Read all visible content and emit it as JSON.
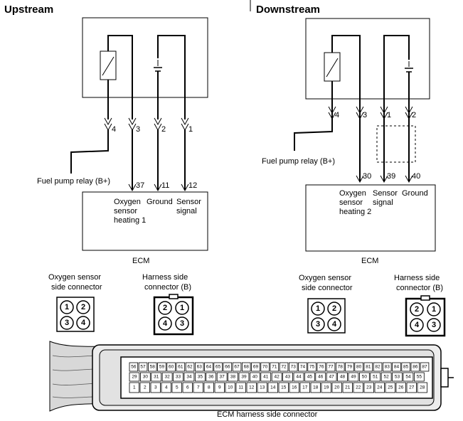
{
  "upstream": {
    "title": "Upstream",
    "sensor_pins": [
      "4",
      "3",
      "2",
      "1"
    ],
    "fuel_pump_label": "Fuel pump relay (B+)",
    "ecm_pins": [
      "37",
      "11",
      "12"
    ],
    "ecm_labels": {
      "heating": [
        "Oxygen",
        "sensor",
        "heating 1"
      ],
      "ground": "Ground",
      "signal": [
        "Sensor",
        "signal"
      ]
    },
    "ecm_label": "ECM",
    "sensor_connector_label": [
      "Oxygen sensor",
      "side connector"
    ],
    "harness_connector_label": [
      "Harness side",
      "connector (B)"
    ]
  },
  "downstream": {
    "title": "Downstream",
    "sensor_pins": [
      "4",
      "3",
      "1",
      "2"
    ],
    "fuel_pump_label": "Fuel pump relay (B+)",
    "ecm_pins": [
      "30",
      "39",
      "40"
    ],
    "ecm_labels": {
      "heating": [
        "Oxygen",
        "sensor",
        "heating 2"
      ],
      "signal": [
        "Sensor",
        "signal"
      ],
      "ground": "Ground"
    },
    "ecm_label": "ECM",
    "sensor_connector_label": [
      "Oxygen sensor",
      "side connector"
    ],
    "harness_connector_label": [
      "Harness side",
      "connector (B)"
    ]
  },
  "connectors": {
    "sensor_side": [
      "1",
      "2",
      "3",
      "4"
    ],
    "harness_side": [
      "2",
      "1",
      "4",
      "3"
    ]
  },
  "ecm_connector": {
    "label": "ECM harness side connector",
    "row1": [
      "56",
      "57",
      "58",
      "59",
      "60",
      "61",
      "62",
      "63",
      "64",
      "65",
      "66",
      "67",
      "68",
      "69",
      "70",
      "71",
      "72",
      "73",
      "74",
      "75",
      "76",
      "77",
      "78",
      "79",
      "80",
      "81",
      "82",
      "83",
      "84",
      "85",
      "86",
      "87"
    ],
    "row2": [
      "29",
      "30",
      "31",
      "32",
      "33",
      "34",
      "35",
      "36",
      "37",
      "38",
      "39",
      "40",
      "41",
      "42",
      "43",
      "44",
      "45",
      "46",
      "47",
      "48",
      "49",
      "50",
      "51",
      "52",
      "53",
      "54",
      "55"
    ],
    "row3": [
      "1",
      "2",
      "3",
      "4",
      "5",
      "6",
      "7",
      "8",
      "9",
      "10",
      "11",
      "12",
      "13",
      "14",
      "15",
      "16",
      "17",
      "18",
      "19",
      "20",
      "21",
      "22",
      "23",
      "24",
      "25",
      "26",
      "27",
      "28"
    ]
  }
}
